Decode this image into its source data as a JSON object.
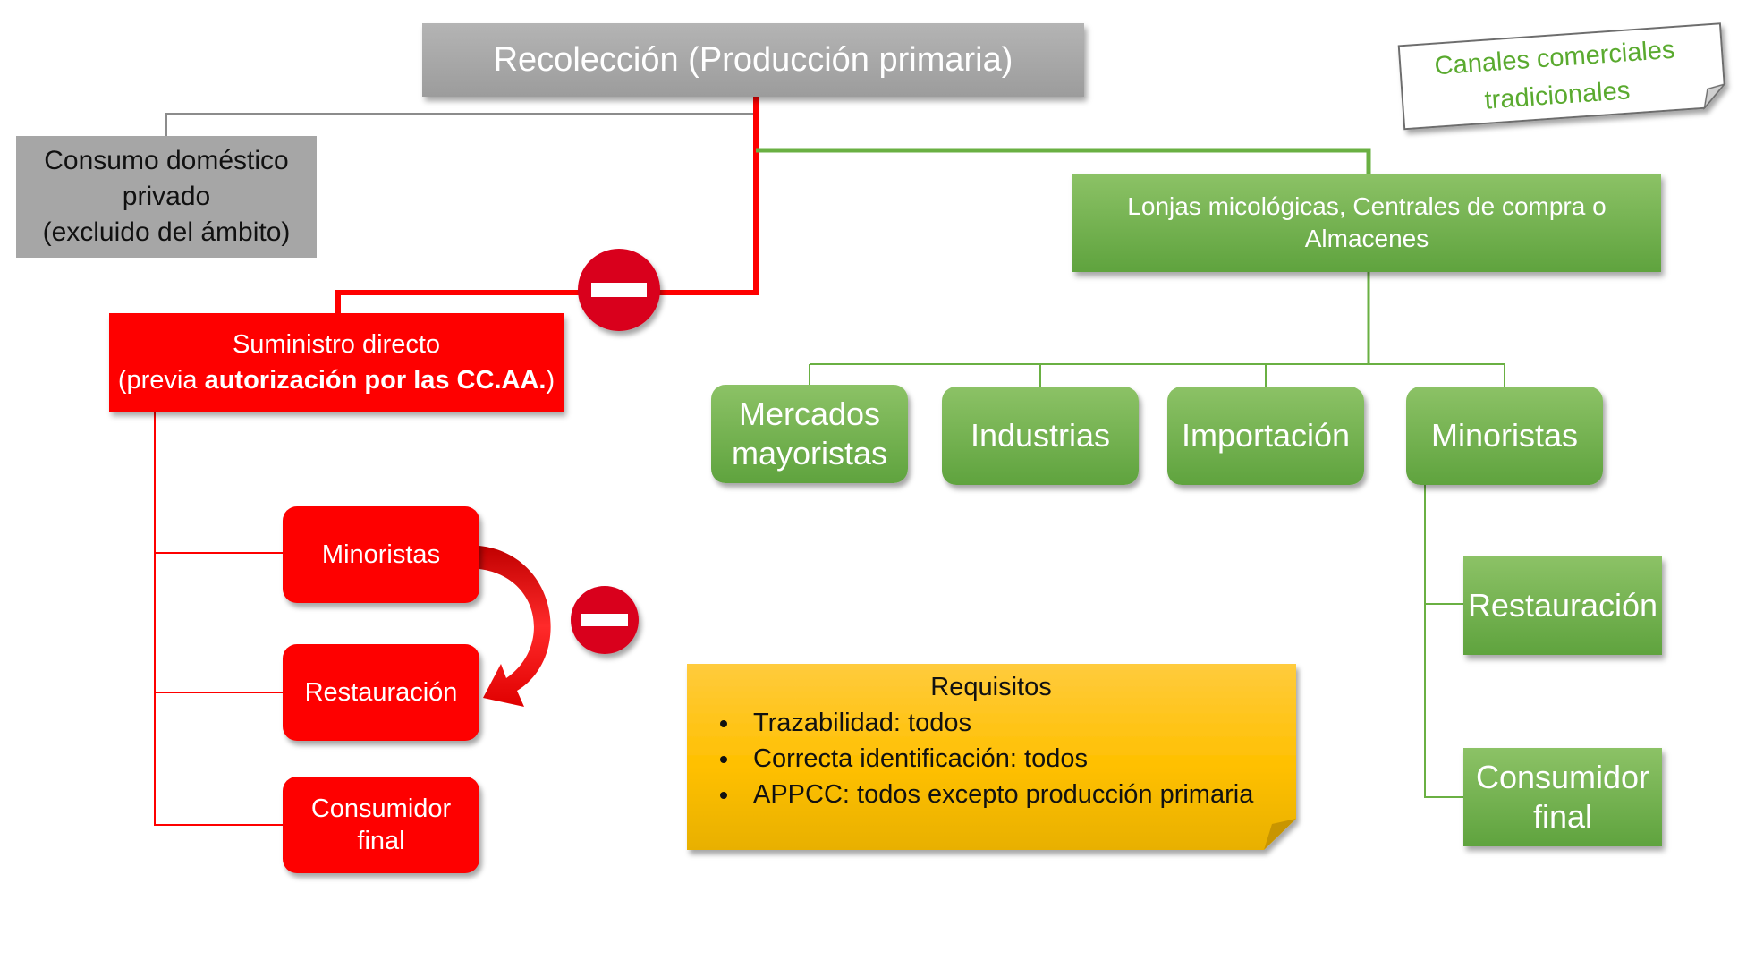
{
  "top": {
    "label": "Recolección (Producción primaria)"
  },
  "domestic": {
    "line1": "Consumo doméstico",
    "line2": "privado",
    "line3": "(excluido del ámbito)"
  },
  "direct": {
    "line1": "Suministro directo",
    "line2_prefix": "(previa ",
    "line2_bold": "autorización por las CC.AA.",
    "line2_suffix": ")"
  },
  "red_children": [
    {
      "line1": "Minoristas",
      "line2": ""
    },
    {
      "line1": "Restauración",
      "line2": ""
    },
    {
      "line1": "Consumidor",
      "line2": "final"
    }
  ],
  "lonjas": {
    "line1": "Lonjas micológicas, Centrales de compra o",
    "line2": "Almacenes"
  },
  "green_children": [
    {
      "line1": "Mercados",
      "line2": "mayoristas"
    },
    {
      "line1": "Industrias",
      "line2": ""
    },
    {
      "line1": "Importación",
      "line2": ""
    },
    {
      "line1": "Minoristas",
      "line2": ""
    }
  ],
  "retail_children": [
    {
      "line1": "Restauración",
      "line2": ""
    },
    {
      "line1": "Consumidor",
      "line2": "final"
    }
  ],
  "requirements": {
    "title": "Requisitos",
    "items": [
      "Trazabilidad: todos",
      "Correcta identificación: todos",
      "APPCC: todos excepto producción primaria"
    ]
  },
  "note": {
    "line1": "Canales comerciales",
    "line2": "tradicionales"
  },
  "colors": {
    "red": "#fe0000",
    "green": "#70ad47",
    "gray": "#a6a6a6",
    "yellow": "#ffc000",
    "note_text": "#5aaa2f"
  },
  "icons": [
    "no-entry-icon",
    "curved-arrow-icon",
    "folded-note-icon"
  ]
}
